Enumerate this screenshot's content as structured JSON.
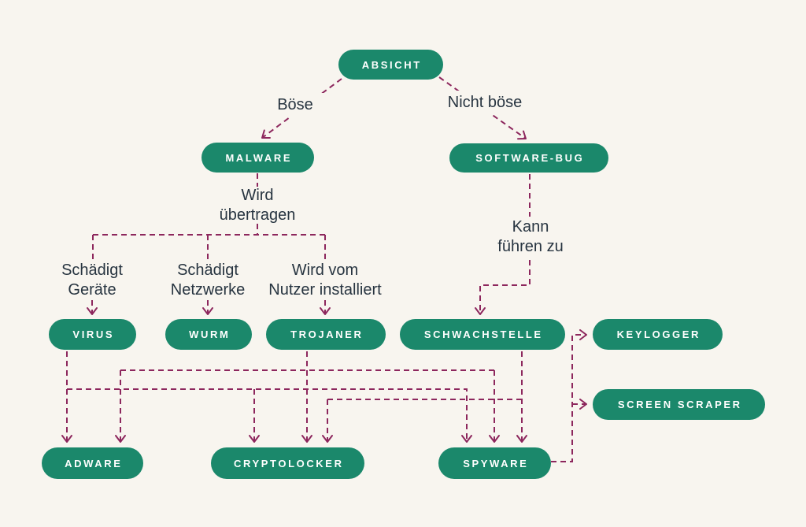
{
  "theme": {
    "background": "#f8f5ef",
    "node_fill": "#1b886b",
    "node_text": "#ffffff",
    "connector": "#8d275d",
    "label_text": "#273440"
  },
  "nodes": {
    "absicht": "ABSICHT",
    "malware": "MALWARE",
    "software_bug": "SOFTWARE-BUG",
    "virus": "VIRUS",
    "wurm": "WURM",
    "trojaner": "TROJANER",
    "schwachstelle": "SCHWACHSTELLE",
    "keylogger": "KEYLOGGER",
    "screen_scraper": "SCREEN SCRAPER",
    "adware": "ADWARE",
    "cryptolocker": "CRYPTOLOCKER",
    "spyware": "SPYWARE"
  },
  "labels": {
    "boese": {
      "line1": "Böse"
    },
    "nicht_boese": {
      "line1": "Nicht böse"
    },
    "wird_uebertragen": {
      "line1": "Wird",
      "line2": "übertragen"
    },
    "kann_fuehren_zu": {
      "line1": "Kann",
      "line2": "führen zu"
    },
    "schaedigt_geraete": {
      "line1": "Schädigt",
      "line2": "Geräte"
    },
    "schaedigt_netzwerke": {
      "line1": "Schädigt",
      "line2": "Netzwerke"
    },
    "wird_vom_nutzer_installiert": {
      "line1": "Wird vom",
      "line2": "Nutzer installiert"
    }
  },
  "edges": [
    {
      "from": "absicht",
      "to": "malware",
      "label_keys": [
        "boese"
      ]
    },
    {
      "from": "absicht",
      "to": "software_bug",
      "label_keys": [
        "nicht_boese"
      ]
    },
    {
      "from": "malware",
      "to": "virus",
      "label_keys": [
        "wird_uebertragen",
        "schaedigt_geraete"
      ]
    },
    {
      "from": "malware",
      "to": "wurm",
      "label_keys": [
        "wird_uebertragen",
        "schaedigt_netzwerke"
      ]
    },
    {
      "from": "malware",
      "to": "trojaner",
      "label_keys": [
        "wird_uebertragen",
        "wird_vom_nutzer_installiert"
      ]
    },
    {
      "from": "software_bug",
      "to": "schwachstelle",
      "label_keys": [
        "kann_fuehren_zu"
      ]
    },
    {
      "from": "virus",
      "to": "adware",
      "label_keys": []
    },
    {
      "from": "virus",
      "to": "cryptolocker",
      "label_keys": []
    },
    {
      "from": "virus",
      "to": "spyware",
      "label_keys": []
    },
    {
      "from": "trojaner",
      "to": "adware",
      "label_keys": []
    },
    {
      "from": "trojaner",
      "to": "cryptolocker",
      "label_keys": []
    },
    {
      "from": "trojaner",
      "to": "spyware",
      "label_keys": []
    },
    {
      "from": "schwachstelle",
      "to": "cryptolocker",
      "label_keys": []
    },
    {
      "from": "schwachstelle",
      "to": "spyware",
      "label_keys": []
    },
    {
      "from": "spyware",
      "to": "keylogger",
      "label_keys": []
    },
    {
      "from": "spyware",
      "to": "screen_scraper",
      "label_keys": []
    }
  ]
}
